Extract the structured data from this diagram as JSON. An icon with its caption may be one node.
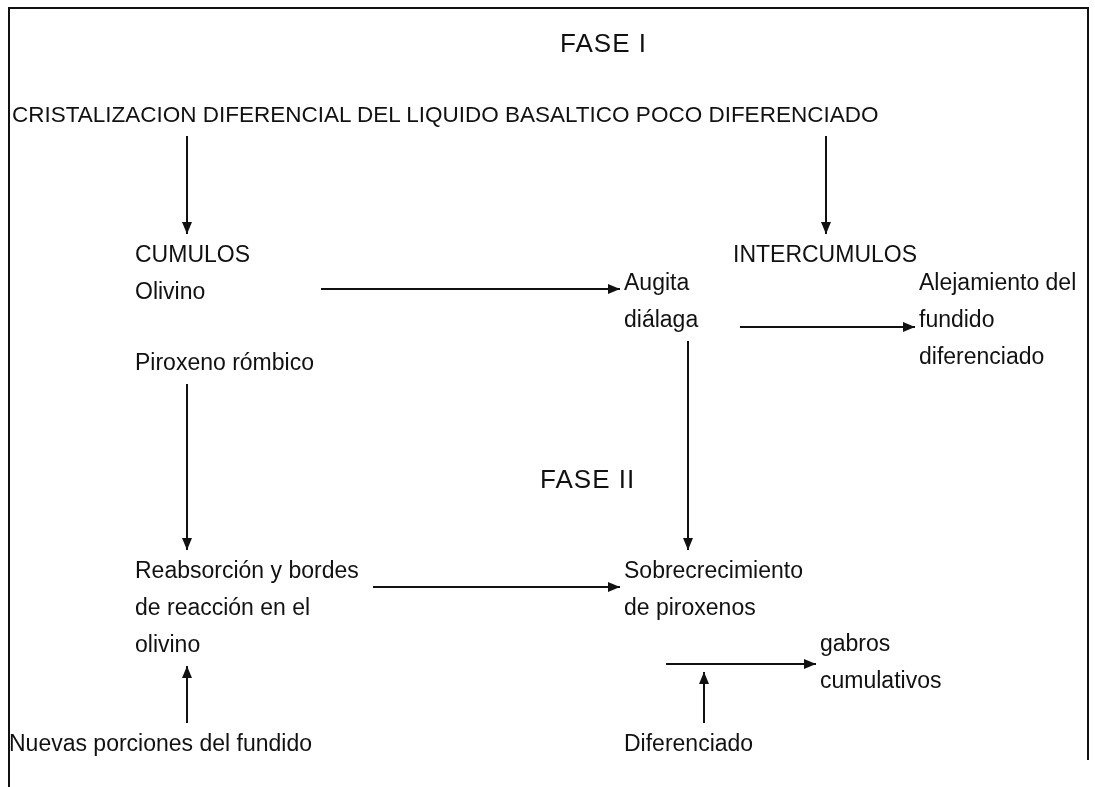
{
  "diagram": {
    "title": "FASE I",
    "nodes": [
      {
        "text": [
          "CRISTALIZACION DIFERENCIAL DEL LIQUIDO BASALTICO POCO DIFERENCIADO"
        ]
      },
      {
        "text": [
          "CUMULOS",
          "Olivino",
          "Piroxeno rómbico"
        ]
      },
      {
        "text": [
          "INTERCUMULOS"
        ]
      },
      {
        "text": [
          "Augita diálaga"
        ]
      },
      {
        "text": [
          "Alejamiento del fundido diferenciado"
        ]
      },
      {
        "text": [
          "Reabsorción y bordes de reacción en el olivino"
        ]
      },
      {
        "text": [
          "Sobrecrecimiento de piroxenos"
        ]
      },
      {
        "text": [
          "gabros cumulativos"
        ]
      },
      {
        "text": [
          "Nuevas porciones del fundido"
        ]
      },
      {
        "text": [
          "Diferenciado"
        ]
      }
    ],
    "edges": [
      {
        "from": 0,
        "to": 1,
        "arrow": "to"
      },
      {
        "from": 0,
        "to": 2,
        "arrow": "to"
      },
      {
        "from": 1,
        "to": 3,
        "arrow": "to"
      },
      {
        "from": 3,
        "to": 4,
        "arrow": "to"
      },
      {
        "from": 1,
        "to": 5,
        "arrow": "to"
      },
      {
        "from": 3,
        "to": 6,
        "arrow": "to"
      },
      {
        "from": 5,
        "to": 6,
        "arrow": "to"
      },
      {
        "from": null,
        "to": 7,
        "arrow": "to"
      },
      {
        "from": 8,
        "to": 5,
        "arrow": "to"
      },
      {
        "from": 9,
        "to": null,
        "arrow": "to"
      }
    ],
    "labels": [
      "FASE II"
    ]
  }
}
